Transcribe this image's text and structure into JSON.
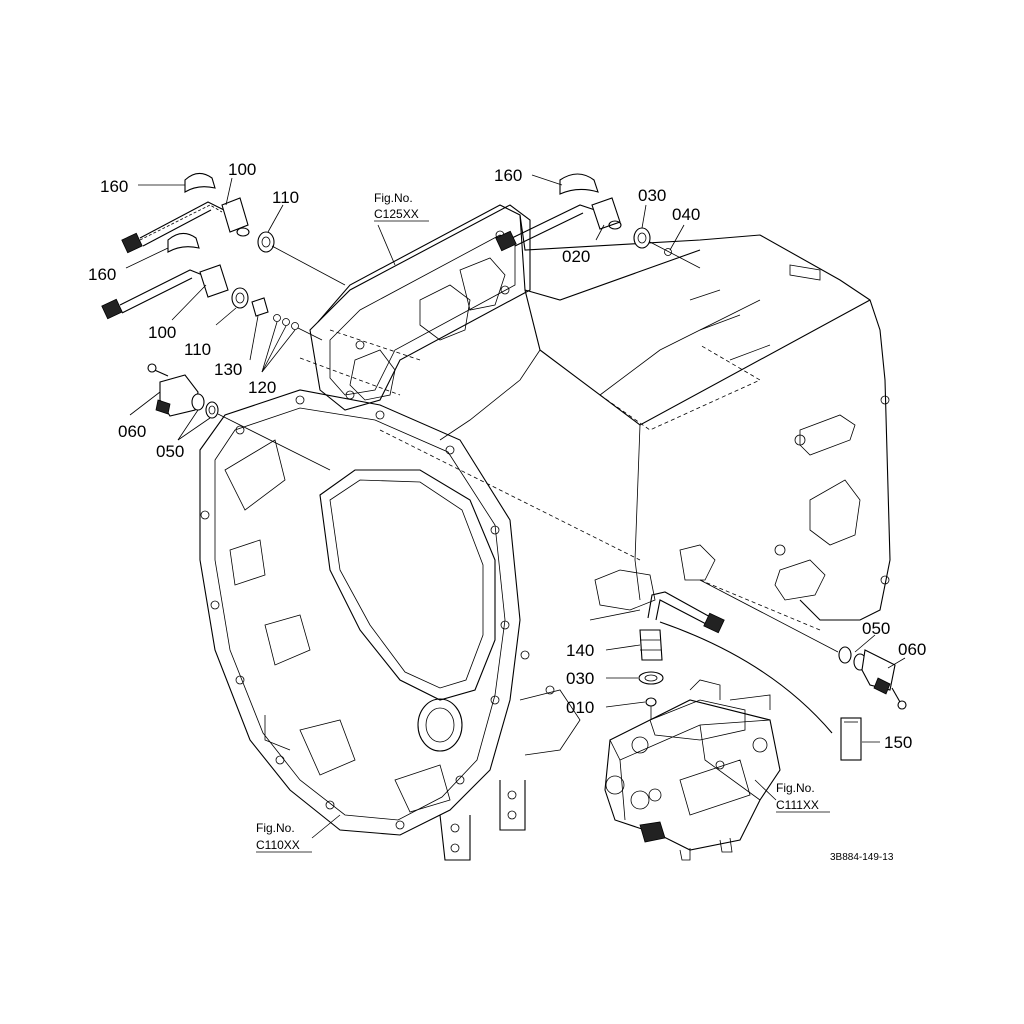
{
  "callouts": {
    "c160a": "160",
    "c100a": "100",
    "c110a": "110",
    "c160b": "160",
    "c100b": "100",
    "c110b": "110",
    "c130": "130",
    "c120": "120",
    "c060a": "060",
    "c050a": "050",
    "c160c": "160",
    "c030a": "030",
    "c040": "040",
    "c020": "020",
    "c140": "140",
    "c030b": "030",
    "c010": "010",
    "c050b": "050",
    "c060b": "060",
    "c150": "150"
  },
  "references": {
    "c125": {
      "label": "Fig.No.",
      "code": "C125XX"
    },
    "c110": {
      "label": "Fig.No.",
      "code": "C110XX"
    },
    "c111": {
      "label": "Fig.No.",
      "code": "C111XX"
    }
  },
  "drawing_code": "3B884-149-13"
}
